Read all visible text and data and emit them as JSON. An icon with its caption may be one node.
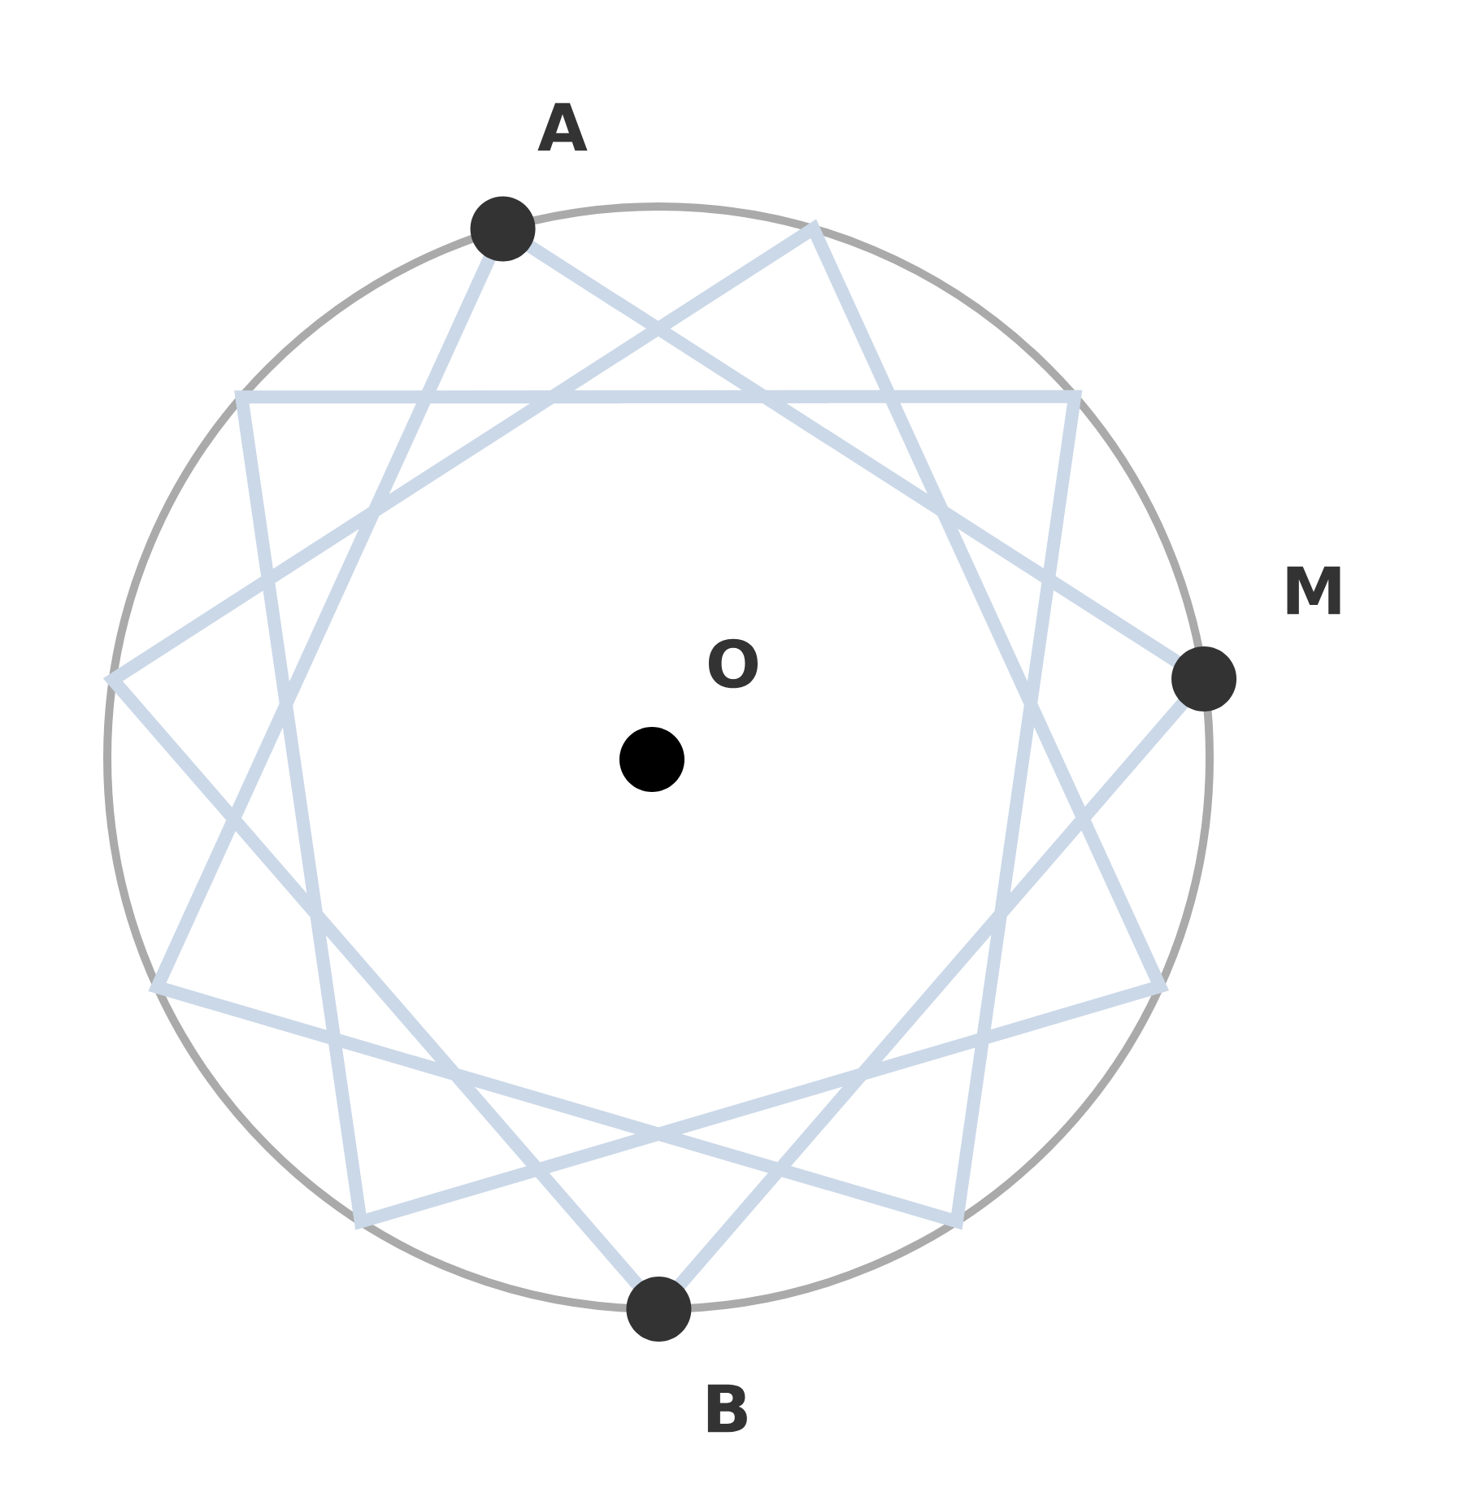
{
  "diagram": {
    "labels": [
      "A",
      "M",
      "O",
      "B"
    ]
  }
}
